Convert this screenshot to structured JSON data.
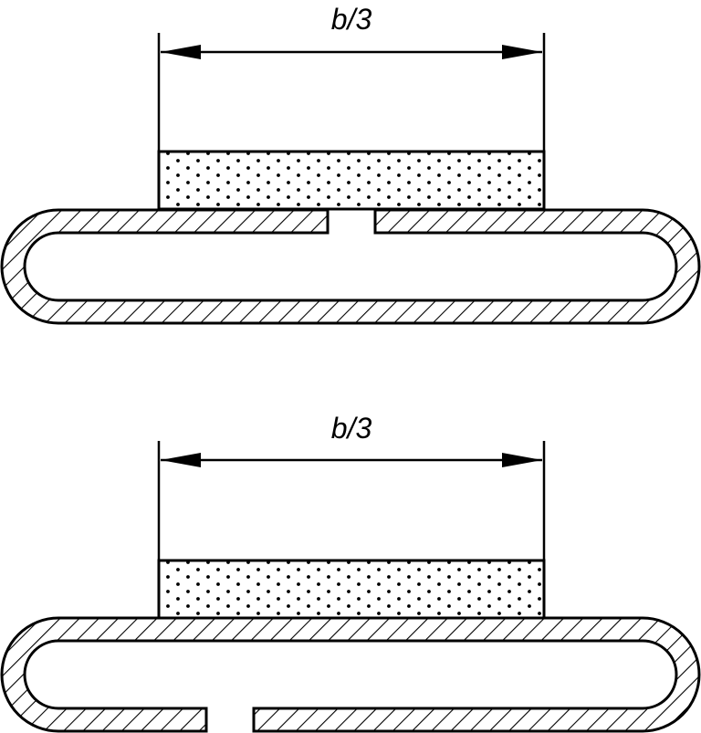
{
  "figures": [
    {
      "id": "upper",
      "dimension": {
        "label": "b/3"
      },
      "seam_position": "top"
    },
    {
      "id": "lower",
      "dimension": {
        "label": "b/3"
      },
      "seam_position": "bottom"
    }
  ],
  "colors": {
    "line": "#000000",
    "background": "#ffffff",
    "hatch": "#000000",
    "dots": "#000000"
  }
}
